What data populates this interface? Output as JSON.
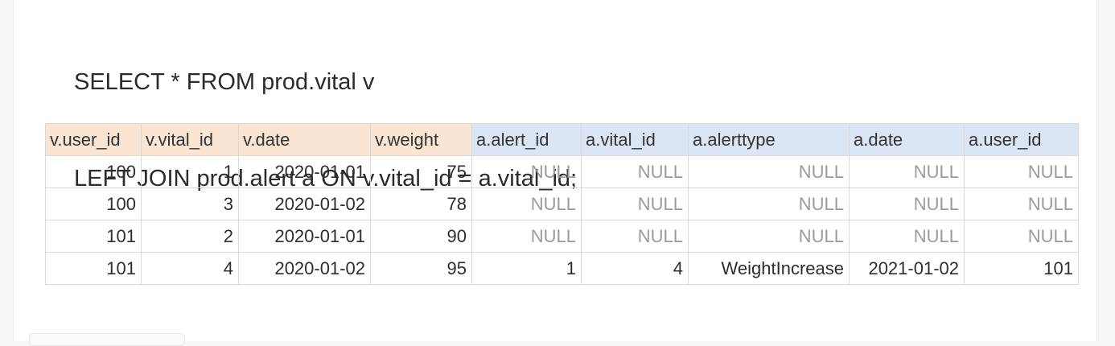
{
  "query": {
    "line1": "SELECT * FROM prod.vital v",
    "line2": "LEFT JOIN prod.alert a ON v.vital_id = a.vital_id;"
  },
  "colors": {
    "vital_header_bg": "#fae5d3",
    "alert_header_bg": "#dbe6f4",
    "null_text": "#9b9b9b",
    "grid": "#d9d9d9"
  },
  "table": {
    "headers": [
      "v.user_id",
      "v.vital_id",
      "v.date",
      "v.weight",
      "a.alert_id",
      "a.vital_id",
      "a.alerttype",
      "a.date",
      "a.user_id"
    ],
    "header_groups": [
      "vital",
      "vital",
      "vital",
      "vital",
      "alert",
      "alert",
      "alert",
      "alert",
      "alert"
    ],
    "rows": [
      [
        "100",
        "1",
        "2020-01-01",
        "75",
        "NULL",
        "NULL",
        "NULL",
        "NULL",
        "NULL"
      ],
      [
        "100",
        "3",
        "2020-01-02",
        "78",
        "NULL",
        "NULL",
        "NULL",
        "NULL",
        "NULL"
      ],
      [
        "101",
        "2",
        "2020-01-01",
        "90",
        "NULL",
        "NULL",
        "NULL",
        "NULL",
        "NULL"
      ],
      [
        "101",
        "4",
        "2020-01-02",
        "95",
        "1",
        "4",
        "WeightIncrease",
        "2021-01-02",
        "101"
      ]
    ]
  }
}
